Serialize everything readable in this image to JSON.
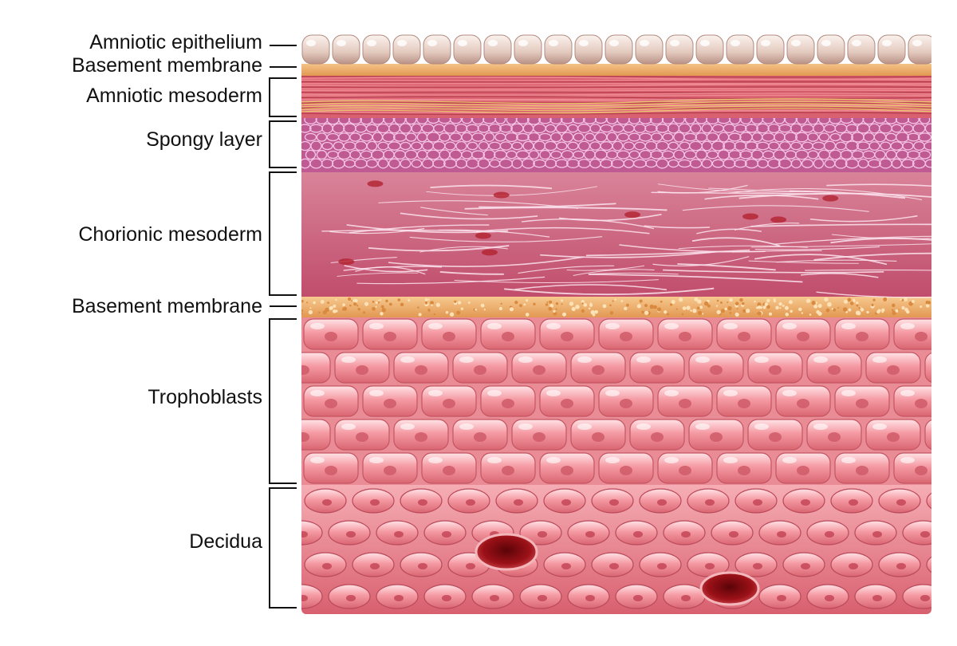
{
  "labels": {
    "amniotic_epithelium": "Amniotic epithelium",
    "basement_membrane_upper": "Basement membrane",
    "amniotic_mesoderm": "Amniotic mesoderm",
    "spongy_layer": "Spongy layer",
    "chorionic_mesoderm": "Chorionic mesoderm",
    "basement_membrane_lower": "Basement membrane",
    "trophoblasts": "Trophoblasts",
    "decidua": "Decidua"
  },
  "colors": {
    "epithelium": "#e9d6cc",
    "basement_membrane": "#f2b26b",
    "amniotic_mesoderm": "#d95c6c",
    "spongy_layer": "#c6568e",
    "chorionic_mesoderm": "#c45d7a",
    "trophoblasts": "#f08d97",
    "decidua": "#e77a86",
    "blood_vessel": "#8e0c12",
    "leader_line": "#111111"
  }
}
